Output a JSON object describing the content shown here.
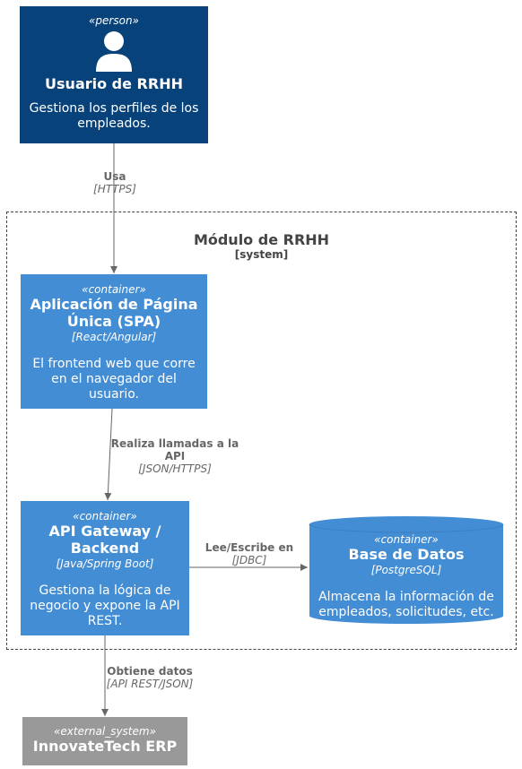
{
  "person": {
    "stereotype": "«person»",
    "title": "Usuario de RRHH",
    "description": "Gestiona los perfiles de los empleados."
  },
  "boundary": {
    "title": "Módulo de RRHH",
    "type": "[system]"
  },
  "spa": {
    "stereotype": "«container»",
    "title": "Aplicación de Página Única (SPA)",
    "technology": "[React/Angular]",
    "description": "El frontend web que corre en el navegador del usuario."
  },
  "api": {
    "stereotype": "«container»",
    "title": "API Gateway / Backend",
    "technology": "[Java/Spring Boot]",
    "description": "Gestiona la lógica de negocio y expone la API REST."
  },
  "database": {
    "stereotype": "«container»",
    "title": "Base de Datos",
    "technology": "[PostgreSQL]",
    "description": "Almacena la información de empleados, solicitudes, etc."
  },
  "erp": {
    "stereotype": "«external_system»",
    "title": "InnovateTech ERP"
  },
  "relations": {
    "uses": {
      "label": "Usa",
      "technology": "[HTTPS]"
    },
    "api_calls": {
      "label": "Realiza llamadas a la API",
      "technology": "[JSON/HTTPS]"
    },
    "read_write": {
      "label": "Lee/Escribe en",
      "technology": "[JDBC]"
    },
    "fetch": {
      "label": "Obtiene datos",
      "technology": "[API REST/JSON]"
    }
  },
  "colors": {
    "person": "#08427b",
    "container": "#438dd5",
    "external": "#999999",
    "line": "#666666"
  }
}
